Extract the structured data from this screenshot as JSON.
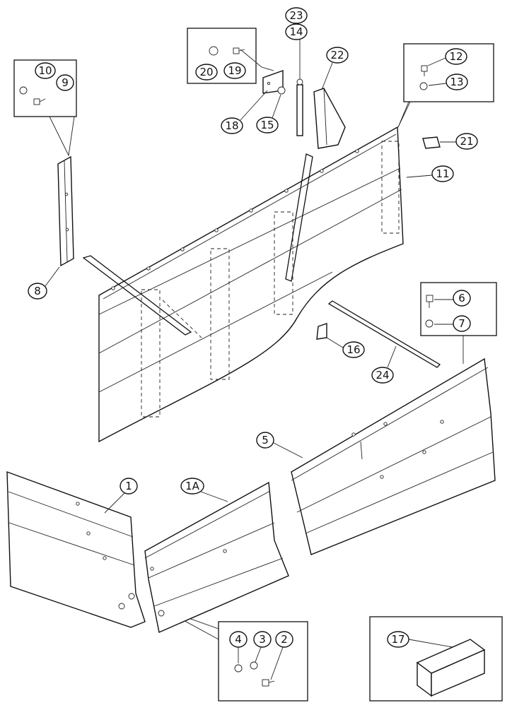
{
  "callouts": [
    "1",
    "1A",
    "2",
    "3",
    "4",
    "5",
    "6",
    "7",
    "8",
    "9",
    "10",
    "11",
    "12",
    "13",
    "14",
    "15",
    "16",
    "17",
    "18",
    "19",
    "20",
    "21",
    "22",
    "23",
    "24"
  ]
}
